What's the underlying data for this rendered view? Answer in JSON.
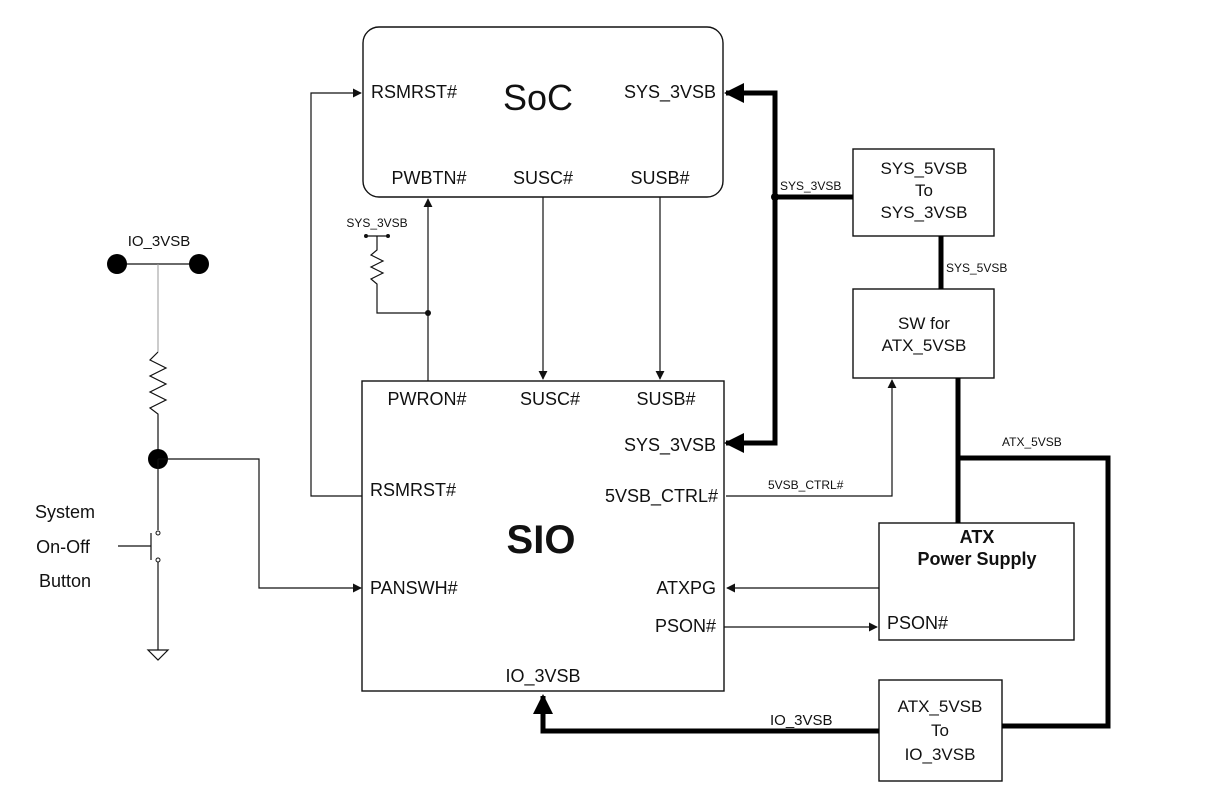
{
  "soc": {
    "title": "SoC",
    "pin_rsmrst": "RSMRST#",
    "pin_sys3vsb": "SYS_3VSB",
    "pin_pwbtn": "PWBTN#",
    "pin_susc": "SUSC#",
    "pin_susb": "SUSB#"
  },
  "sio": {
    "title": "SIO",
    "pin_pwron": "PWRON#",
    "pin_susc": "SUSC#",
    "pin_susb": "SUSB#",
    "pin_sys3vsb": "SYS_3VSB",
    "pin_rsmrst": "RSMRST#",
    "pin_5vsbctrl": "5VSB_CTRL#",
    "pin_panswh": "PANSWH#",
    "pin_atxpg": "ATXPG",
    "pin_pson": "PSON#",
    "pin_io3vsb": "IO_3VSB"
  },
  "blocks": {
    "conv_5to3": [
      "SYS_5VSB",
      "To",
      "SYS_3VSB"
    ],
    "sw_atx": [
      "SW for",
      "ATX_5VSB"
    ],
    "atx_psu": [
      "ATX",
      "Power Supply"
    ],
    "atx_pson": "PSON#",
    "conv_atx_to_io": [
      "ATX_5VSB",
      "To",
      "IO_3VSB"
    ]
  },
  "nets": {
    "sys3vsb_bus": "SYS_3VSB",
    "sys5vsb": "SYS_5VSB",
    "atx5vsb": "ATX_5VSB",
    "vsb_ctrl": "5VSB_CTRL#",
    "io3vsb": "IO_3VSB",
    "pullup_rail": "SYS_3VSB",
    "left_rail": "IO_3VSB"
  },
  "button": [
    "System",
    "On-Off",
    "Button"
  ]
}
